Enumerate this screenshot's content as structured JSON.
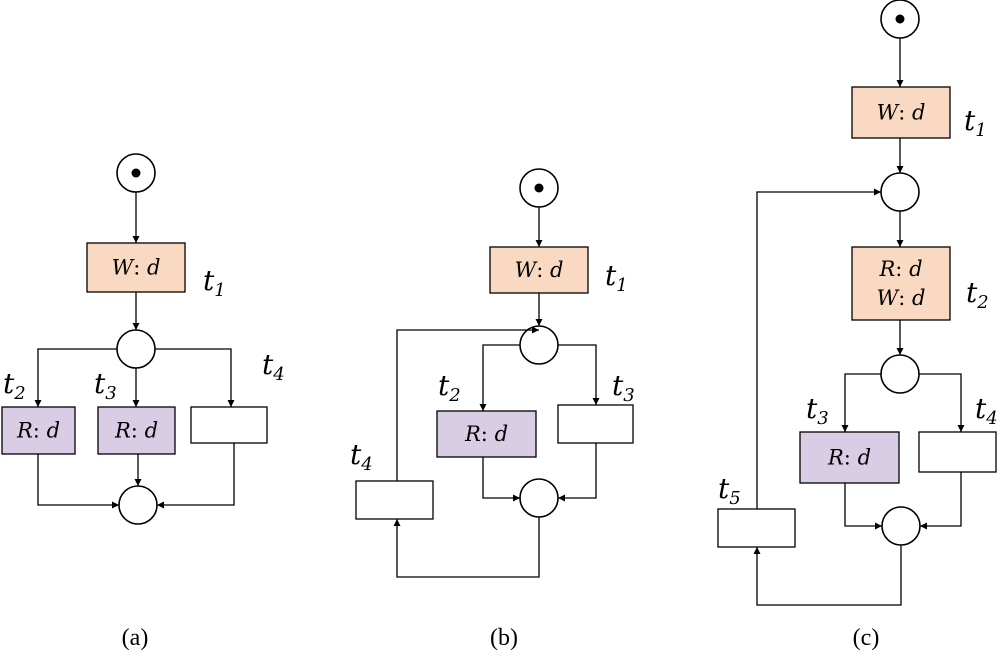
{
  "colors": {
    "write_fill": "#f9d9c1",
    "read_fill": "#d9cce5",
    "empty_fill": "#ffffff",
    "line": "#000000"
  },
  "panels": [
    {
      "caption": "(a)",
      "transitions": [
        {
          "id": "t1",
          "name": "t",
          "sub": "1",
          "lines": [
            [
              "W",
              "d"
            ]
          ],
          "kind": "write"
        },
        {
          "id": "t2",
          "name": "t",
          "sub": "2",
          "lines": [
            [
              "R",
              "d"
            ]
          ],
          "kind": "read"
        },
        {
          "id": "t3",
          "name": "t",
          "sub": "3",
          "lines": [
            [
              "R",
              "d"
            ]
          ],
          "kind": "read"
        },
        {
          "id": "t4",
          "name": "t",
          "sub": "4",
          "lines": [],
          "kind": "empty"
        }
      ]
    },
    {
      "caption": "(b)",
      "transitions": [
        {
          "id": "t1",
          "name": "t",
          "sub": "1",
          "lines": [
            [
              "W",
              "d"
            ]
          ],
          "kind": "write"
        },
        {
          "id": "t2",
          "name": "t",
          "sub": "2",
          "lines": [
            [
              "R",
              "d"
            ]
          ],
          "kind": "read"
        },
        {
          "id": "t3",
          "name": "t",
          "sub": "3",
          "lines": [],
          "kind": "empty"
        },
        {
          "id": "t4",
          "name": "t",
          "sub": "4",
          "lines": [],
          "kind": "empty"
        }
      ]
    },
    {
      "caption": "(c)",
      "transitions": [
        {
          "id": "t1",
          "name": "t",
          "sub": "1",
          "lines": [
            [
              "W",
              "d"
            ]
          ],
          "kind": "write"
        },
        {
          "id": "t2",
          "name": "t",
          "sub": "2",
          "lines": [
            [
              "R",
              "d"
            ],
            [
              "W",
              "d"
            ]
          ],
          "kind": "write"
        },
        {
          "id": "t3",
          "name": "t",
          "sub": "3",
          "lines": [
            [
              "R",
              "d"
            ]
          ],
          "kind": "read"
        },
        {
          "id": "t4",
          "name": "t",
          "sub": "4",
          "lines": [],
          "kind": "empty"
        },
        {
          "id": "t5",
          "name": "t",
          "sub": "5",
          "lines": [],
          "kind": "empty"
        }
      ]
    }
  ]
}
